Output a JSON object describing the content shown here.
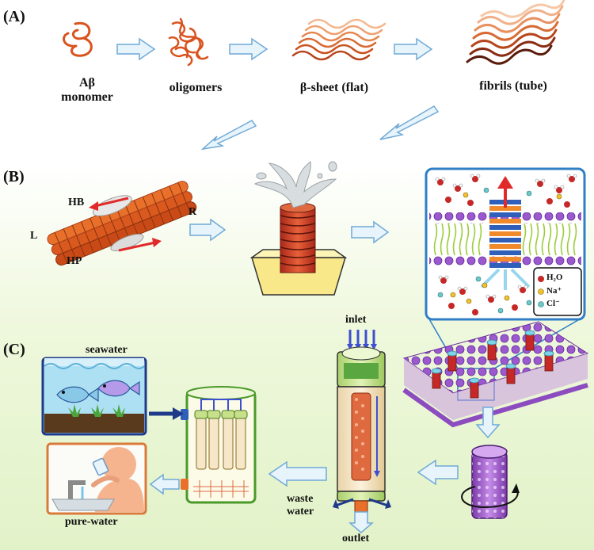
{
  "panels": {
    "a": "(A)",
    "b": "(B)",
    "c": "(C)"
  },
  "panelA": {
    "monomer_line1": "Aβ",
    "monomer_line2": "monomer",
    "oligomers": "oligomers",
    "sheet": "β-sheet (flat)",
    "fibrils": "fibrils (tube)"
  },
  "panelB": {
    "hb": "HB",
    "r": "R",
    "l": "L",
    "hp": "HP",
    "legend": {
      "water": "H₂O",
      "sodium": "Na⁺",
      "chloride": "Cl⁻"
    }
  },
  "panelC": {
    "seawater": "seawater",
    "pure_water": "pure-water",
    "inlet": "inlet",
    "waste_line1": "waste",
    "waste_line2": "water",
    "outlet": "outlet"
  },
  "colors": {
    "peptide": "#d9531e",
    "arrow_fill": "#e8f4fc",
    "arrow_stroke": "#6fa9d6",
    "membrane": "#9b59d0",
    "lipid_tail": "#9ccc3c",
    "water_o": "#c62828",
    "sodium": "#f2c12e",
    "chloride": "#6ec6c6",
    "module_body": "#f6e7c8",
    "module_cap": "#cde89a",
    "tank_water": "#aee0f4",
    "soil": "#5a3a1c"
  }
}
